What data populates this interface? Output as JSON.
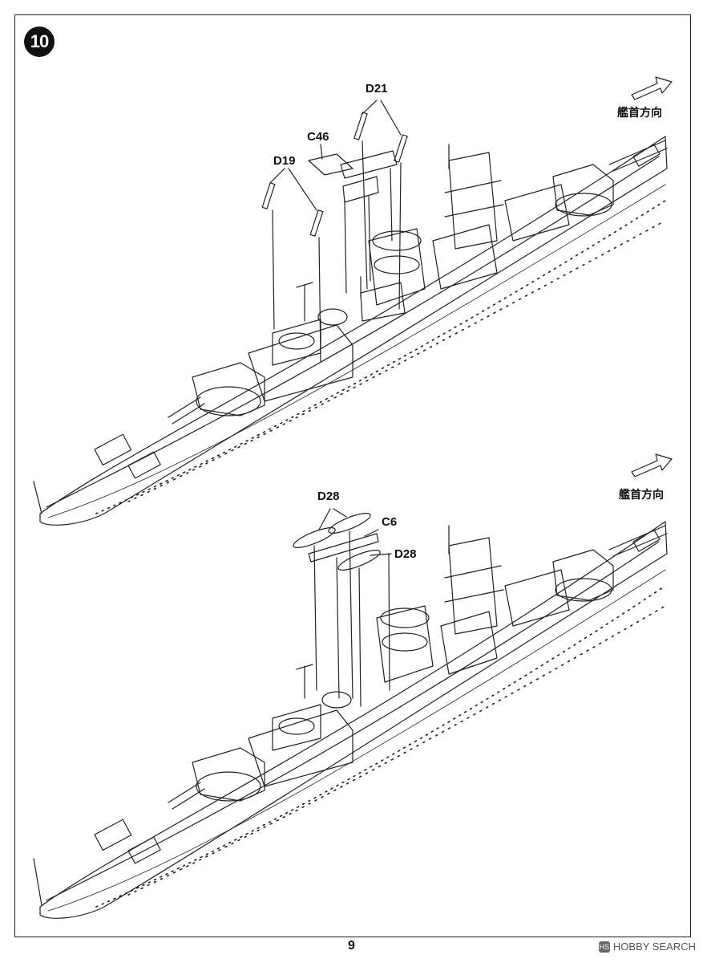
{
  "step": {
    "number": "10"
  },
  "top_panel": {
    "labels": {
      "d21": "D21",
      "c46": "C46",
      "d19": "D19"
    },
    "bow_direction": "艦首方向"
  },
  "bottom_panel": {
    "labels": {
      "d28_left": "D28",
      "c6": "C6",
      "d28_right": "D28"
    },
    "bow_direction": "艦首方向"
  },
  "footer": {
    "page_number": "9",
    "watermark": "HOBBY SEARCH"
  }
}
